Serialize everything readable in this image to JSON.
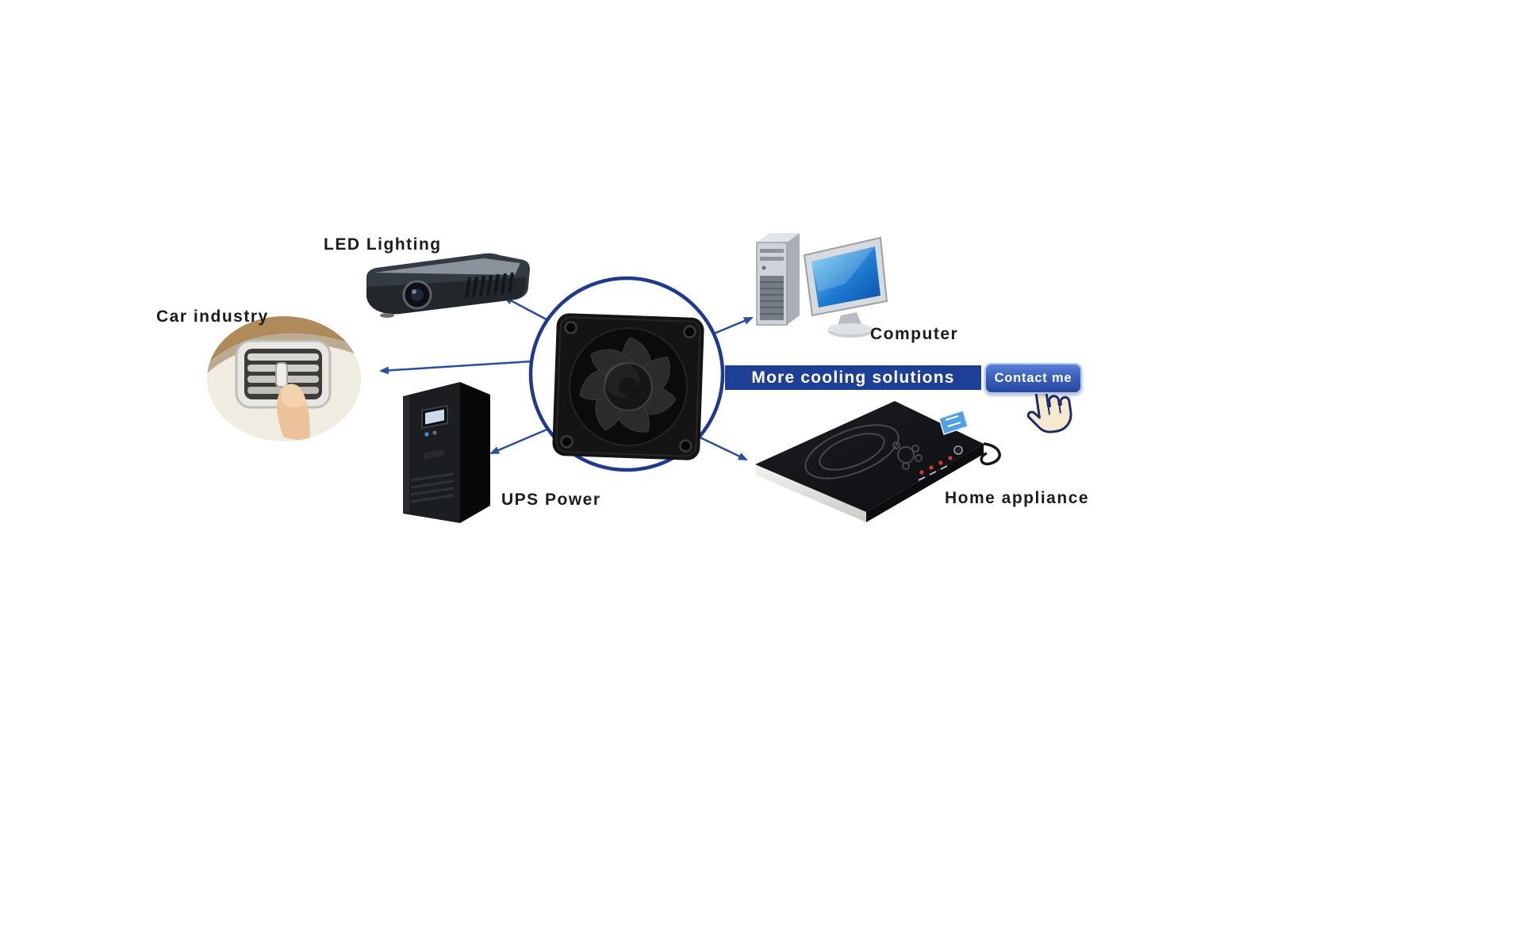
{
  "diagram": {
    "labels": {
      "led_lighting": "LED Lighting",
      "car_industry": "Car industry",
      "computer": "Computer",
      "ups_power": "UPS Power",
      "home_appliance": "Home appliance"
    },
    "banner": {
      "text": "More cooling solutions",
      "bg_color": "#1e3f96",
      "text_color": "#ffffff"
    },
    "contact_button": {
      "label": "Contact me",
      "bg_color": "#2f55b0",
      "text_color": "#ffffff"
    },
    "colors": {
      "arrow": "#2b4da0",
      "fan_ring": "#1d3a8f"
    },
    "images": {
      "center": "axial-cooling-fan",
      "applications": [
        "led-projector",
        "car-ac-vent",
        "desktop-computer",
        "ups-tower",
        "induction-cooker"
      ],
      "pointer": "hand-cursor"
    }
  }
}
